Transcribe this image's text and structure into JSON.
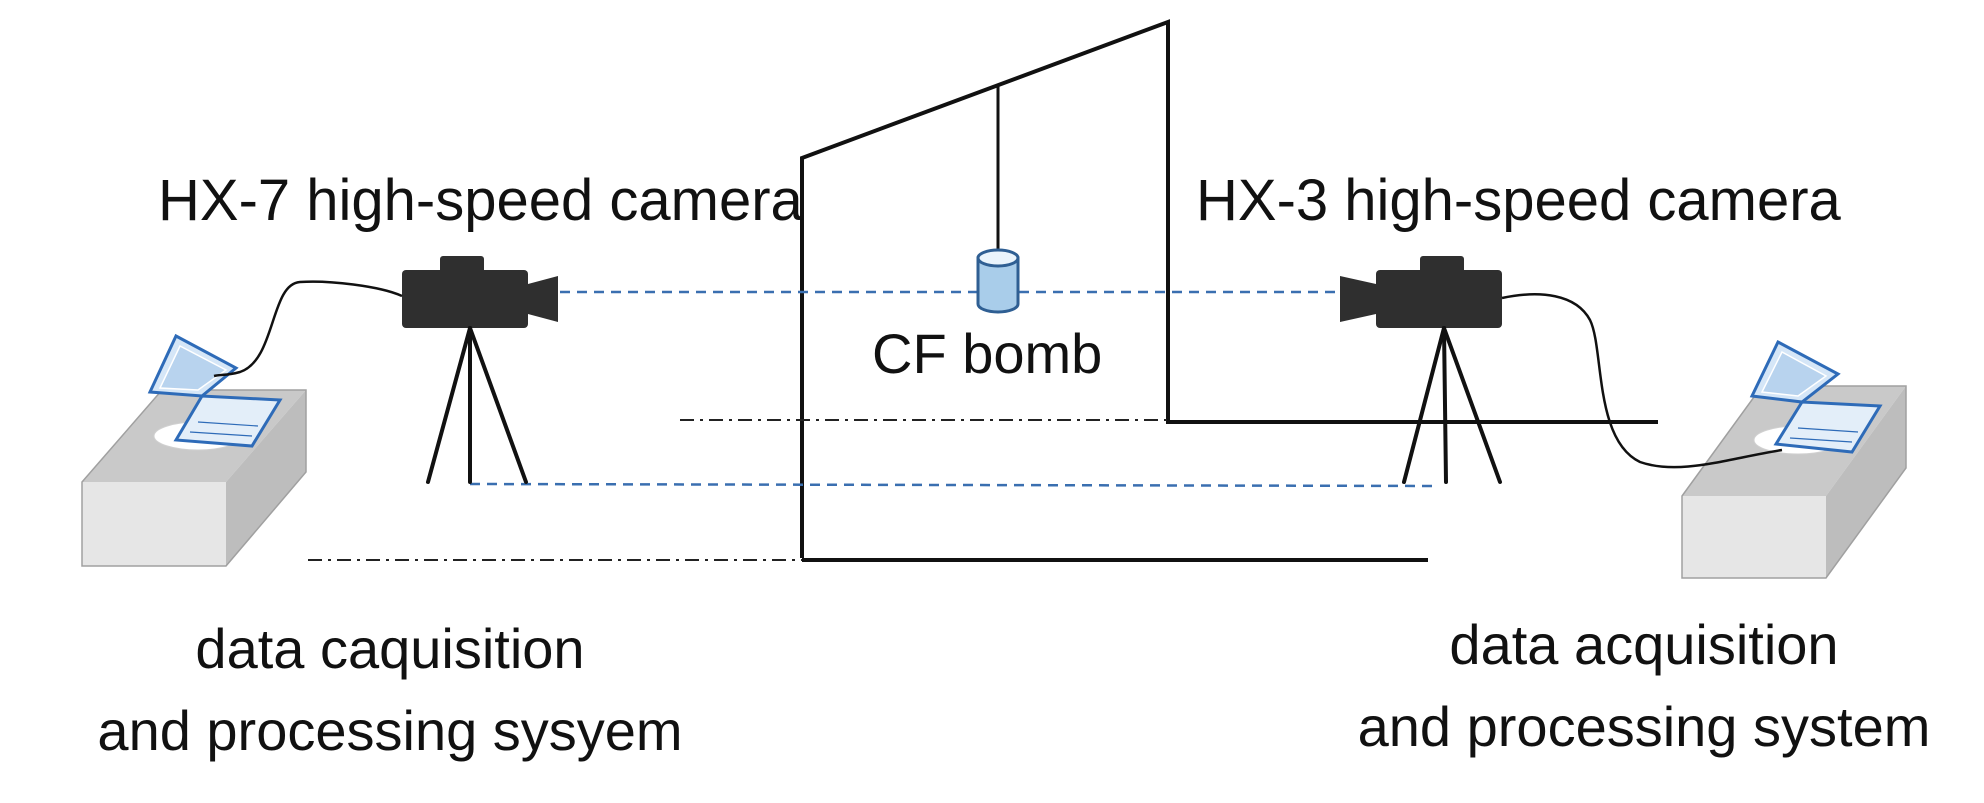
{
  "labels": {
    "left_camera": "HX-7 high-speed camera",
    "right_camera": "HX-3 high-speed camera",
    "bomb": "CF bomb",
    "left_system": [
      "data caquisition",
      "and processing sysyem"
    ],
    "right_system": [
      "data acquisition",
      "and processing system"
    ]
  },
  "colors": {
    "line": "#111111",
    "optical_path": "#3a6fb0",
    "camera_body": "#2f2f2f",
    "bomb_fill": "#a9cdea",
    "bomb_stroke": "#2f5f93",
    "laptop_frame": "#2e6bb8",
    "laptop_screen": "#d5e6f7",
    "box_top": "#c9c9c9",
    "box_front": "#e6e6e6",
    "box_side": "#bdbdbd"
  },
  "icons": [
    "camera-icon",
    "tripod-icon",
    "laptop-icon",
    "pedestal-icon",
    "bomb-cylinder-icon"
  ]
}
